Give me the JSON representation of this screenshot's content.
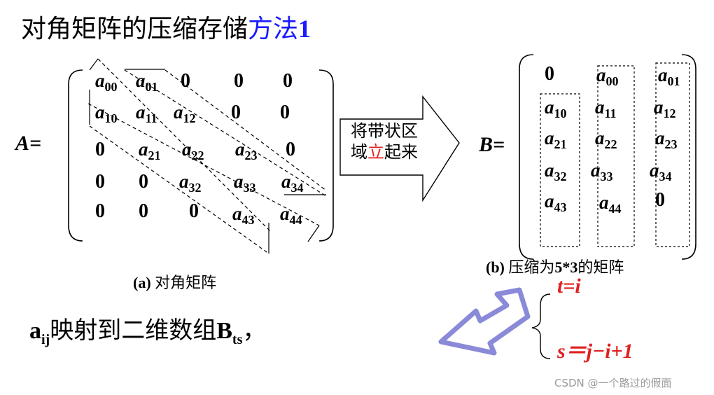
{
  "title": {
    "prefix": "对角矩阵的压缩存储",
    "highlight": "方法",
    "number": "1",
    "color_main": "#000000",
    "color_highlight": "#1a1aff"
  },
  "matrix_a": {
    "label": "A=",
    "cells": [
      {
        "id": "a00",
        "v": "a",
        "s": "00"
      },
      {
        "id": "a01",
        "v": "a",
        "s": "01"
      },
      {
        "id": "a10",
        "v": "a",
        "s": "10"
      },
      {
        "id": "a11",
        "v": "a",
        "s": "11"
      },
      {
        "id": "a12",
        "v": "a",
        "s": "12"
      },
      {
        "id": "a21",
        "v": "a",
        "s": "21"
      },
      {
        "id": "a22",
        "v": "a",
        "s": "22"
      },
      {
        "id": "a23",
        "v": "a",
        "s": "23"
      },
      {
        "id": "a32",
        "v": "a",
        "s": "32"
      },
      {
        "id": "a33",
        "v": "a",
        "s": "33"
      },
      {
        "id": "a34",
        "v": "a",
        "s": "34"
      },
      {
        "id": "a43",
        "v": "a",
        "s": "43"
      },
      {
        "id": "a44",
        "v": "a",
        "s": "44"
      }
    ],
    "zero": "0",
    "caption_prefix": "(a)",
    "caption_text": " 对角矩阵"
  },
  "arrow": {
    "line1": "将带状区",
    "line2_a": "域",
    "line2_b": "立",
    "line2_c": "起来",
    "accent": "#e02020"
  },
  "matrix_b": {
    "label": "B=",
    "cells": [
      {
        "id": "b-a00",
        "v": "a",
        "s": "00"
      },
      {
        "id": "b-a01",
        "v": "a",
        "s": "01"
      },
      {
        "id": "b-a10",
        "v": "a",
        "s": "10"
      },
      {
        "id": "b-a11",
        "v": "a",
        "s": "11"
      },
      {
        "id": "b-a12",
        "v": "a",
        "s": "12"
      },
      {
        "id": "b-a21",
        "v": "a",
        "s": "21"
      },
      {
        "id": "b-a22",
        "v": "a",
        "s": "22"
      },
      {
        "id": "b-a23",
        "v": "a",
        "s": "23"
      },
      {
        "id": "b-a32",
        "v": "a",
        "s": "32"
      },
      {
        "id": "b-a33",
        "v": "a",
        "s": "33"
      },
      {
        "id": "b-a34",
        "v": "a",
        "s": "34"
      },
      {
        "id": "b-a43",
        "v": "a",
        "s": "43"
      },
      {
        "id": "b-a44",
        "v": "a",
        "s": "44"
      }
    ],
    "zero": "0",
    "caption_prefix": "(b)",
    "caption_mid": " 压缩为",
    "caption_dims": "5*3",
    "caption_suffix": "的矩阵"
  },
  "mapping": {
    "a": "a",
    "a_sub": "ij",
    "text": "映射到二维数组",
    "b": "B",
    "b_sub": "ts",
    "comma": "，"
  },
  "formulas": {
    "line1": "t=i",
    "line2": "s＝j−i+1",
    "color": "#e02020"
  },
  "arrow_back_color": "#8a8ad8",
  "watermark": "CSDN @一个路过的假面"
}
